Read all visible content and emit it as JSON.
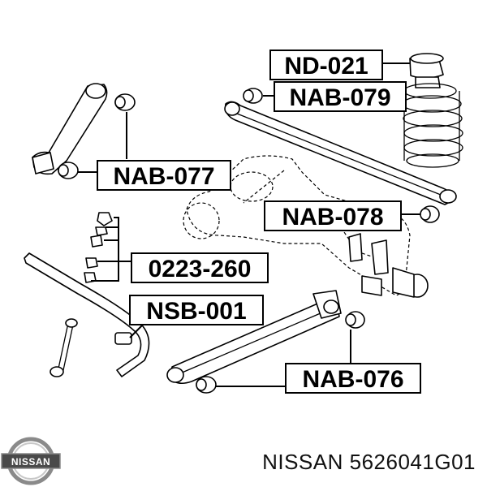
{
  "labels": {
    "nd021": "ND-021",
    "nab079": "NAB-079",
    "nab077": "NAB-077",
    "nab078": "NAB-078",
    "p0223_260": "0223-260",
    "nsb001": "NSB-001",
    "nab076": "NAB-076"
  },
  "logo": {
    "text": "NISSAN"
  },
  "footer": {
    "brand": "NISSAN",
    "part_number": "5626041G01"
  },
  "colors": {
    "ink": "#000000",
    "background": "#ffffff"
  }
}
